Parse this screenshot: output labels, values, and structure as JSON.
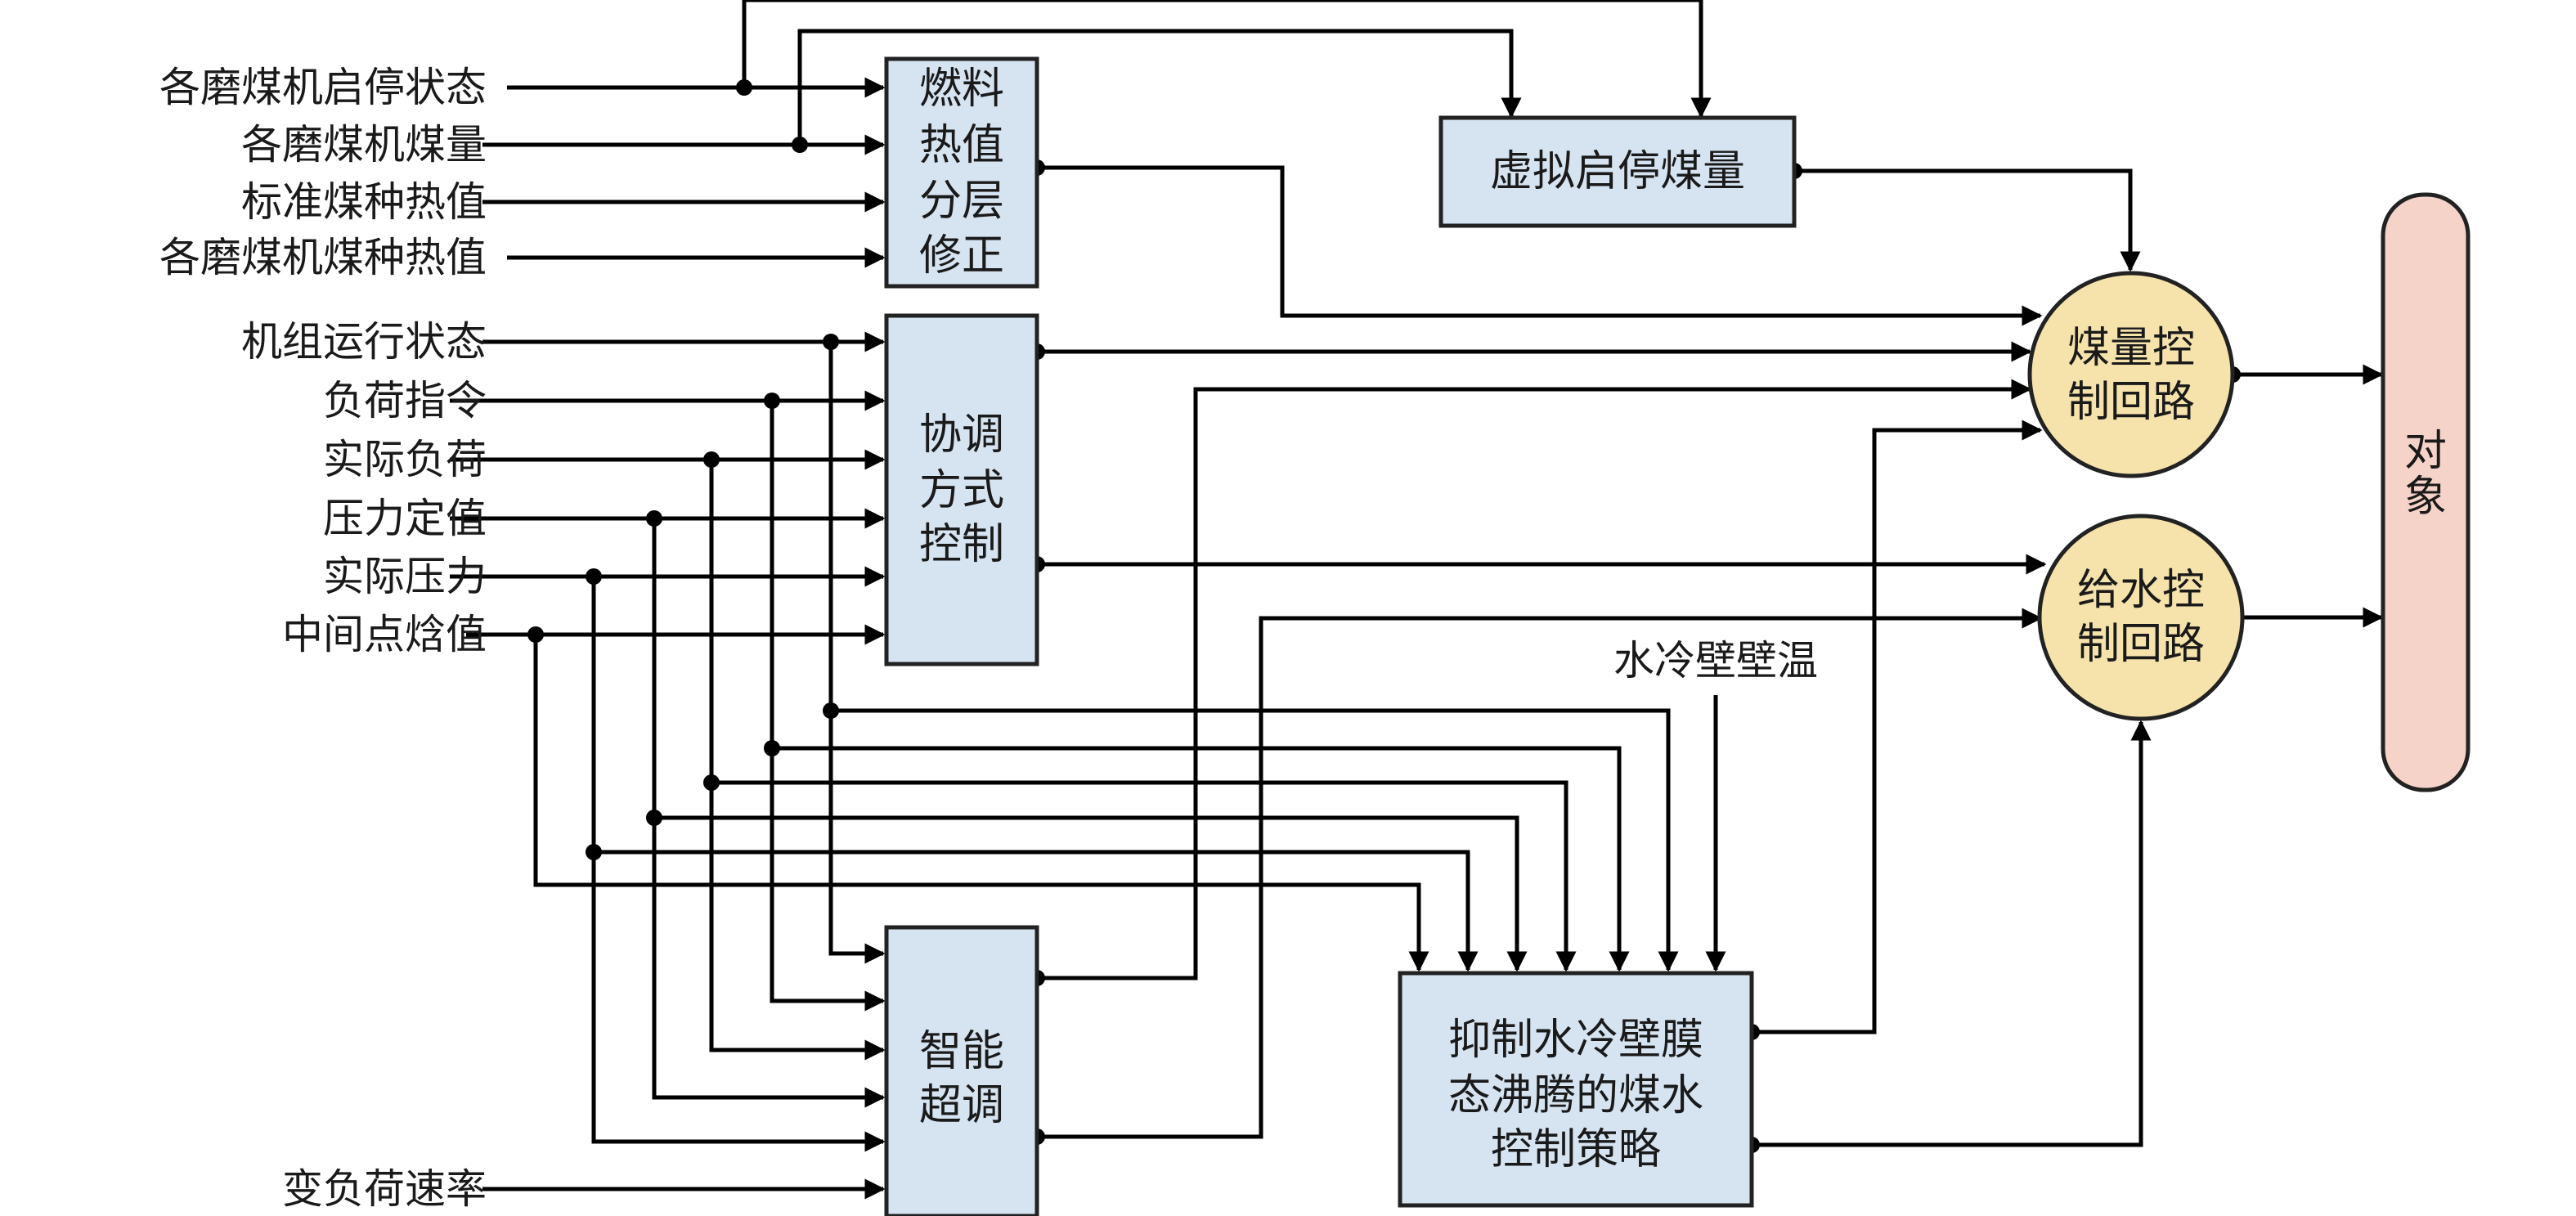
{
  "inputs": {
    "mill_status": "各磨煤机启停状态",
    "mill_coal": "各磨煤机煤量",
    "std_heat": "标准煤种热值",
    "mill_heat": "各磨煤机煤种热值",
    "unit_status": "机组运行状态",
    "load_cmd": "负荷指令",
    "actual_load": "实际负荷",
    "pressure_sp": "压力定值",
    "actual_pressure": "实际压力",
    "mid_enthalpy": "中间点焓值",
    "load_rate": "变负荷速率",
    "wall_temp": "水冷壁壁温"
  },
  "blocks": {
    "fuel": [
      "燃料",
      "热值",
      "分层",
      "修正"
    ],
    "virtual": "虚拟启停煤量",
    "coord": [
      "协调",
      "方式",
      "控制"
    ],
    "smart": [
      "智能",
      "超调"
    ],
    "suppress": [
      "抑制水冷壁膜",
      "态沸腾的煤水",
      "控制策略"
    ],
    "coal_loop": [
      "煤量控",
      "制回路"
    ],
    "water_loop": [
      "给水控",
      "制回路"
    ],
    "object": [
      "对",
      "象"
    ]
  }
}
